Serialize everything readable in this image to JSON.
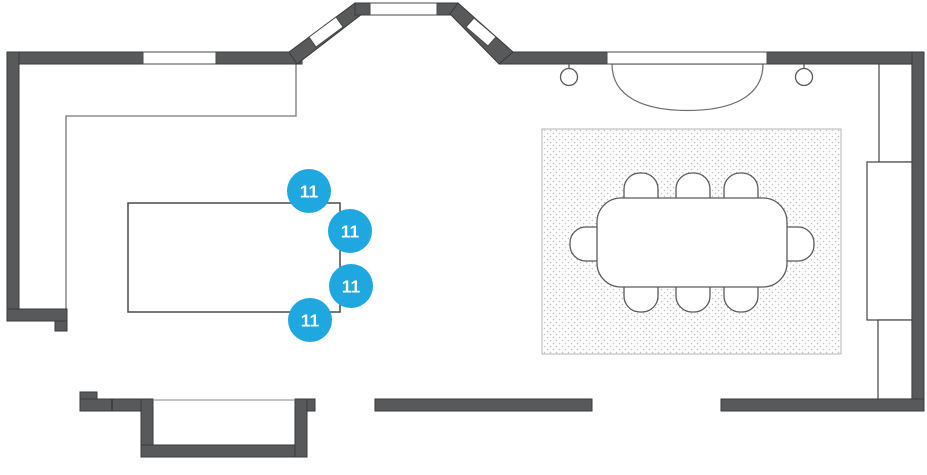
{
  "title": "kitchen-dining-floor-plan",
  "colors": {
    "wall_fill": "#58595B",
    "marker_fill": "#1FA8E0",
    "marker_text": "#FFFFFF",
    "rug_dot": "#C3C3C3"
  },
  "markers": [
    {
      "label": "11"
    },
    {
      "label": "11"
    },
    {
      "label": "11"
    },
    {
      "label": "11"
    }
  ]
}
